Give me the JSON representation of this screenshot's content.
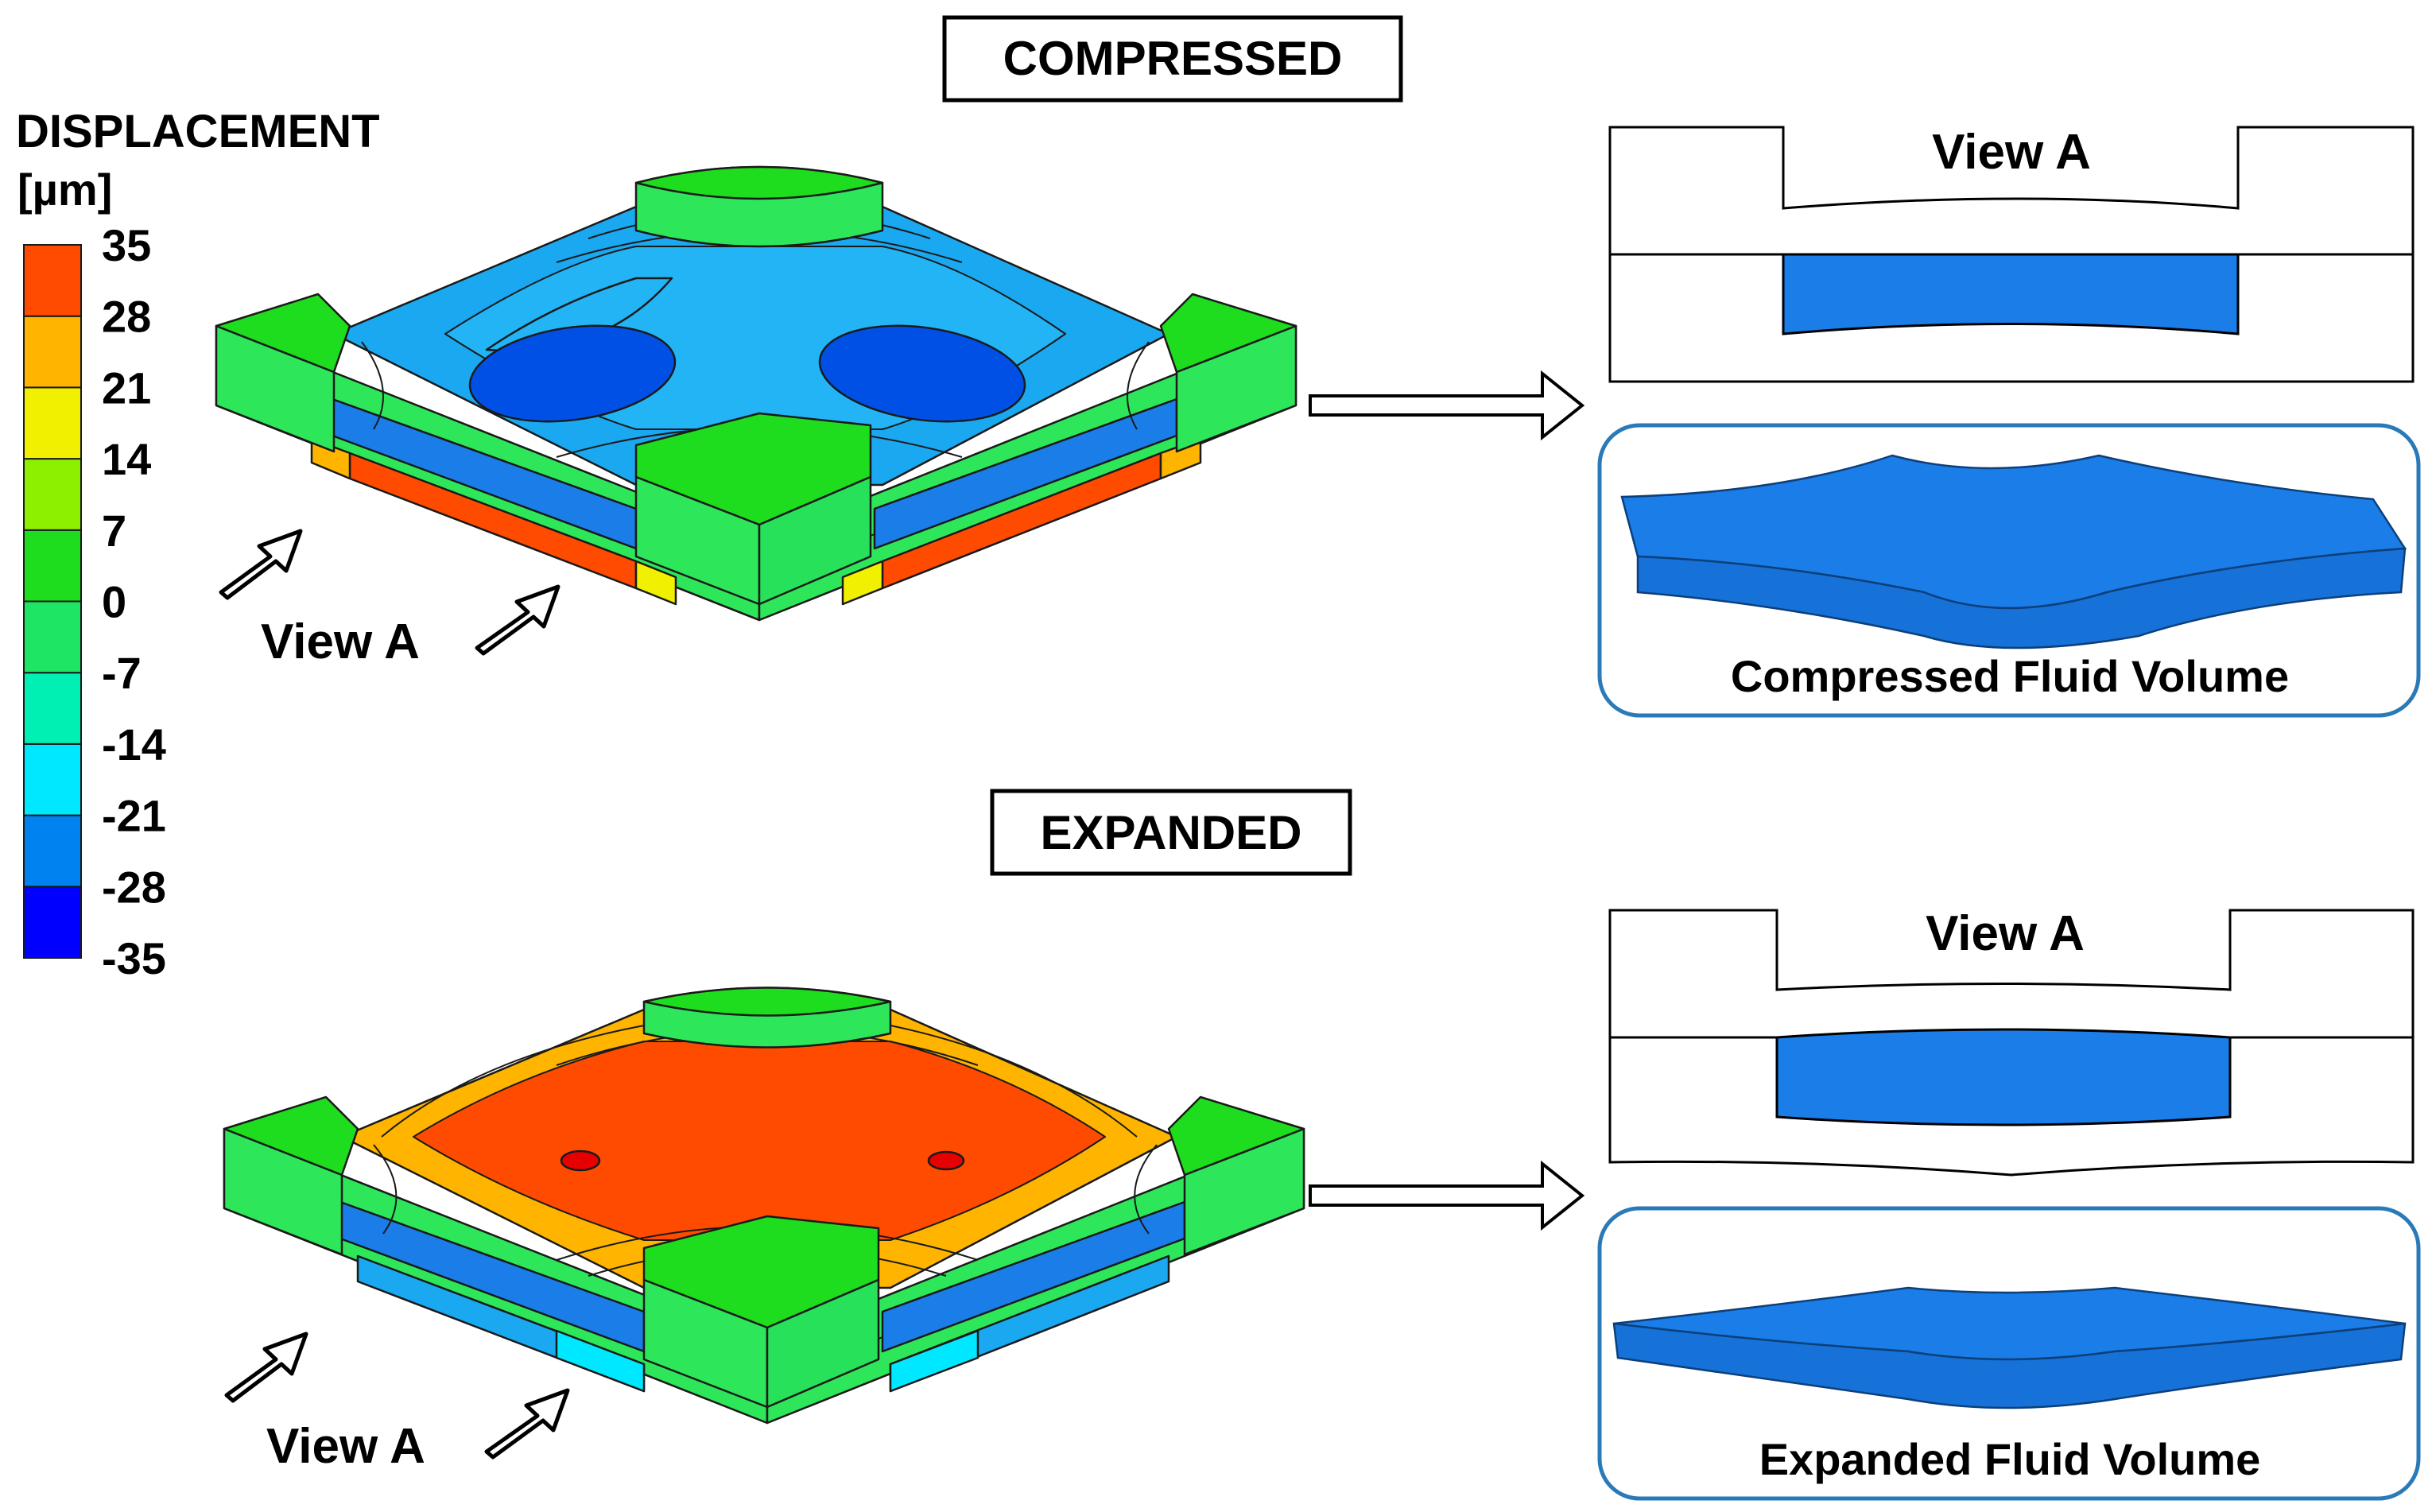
{
  "colors": {
    "legend": [
      "#0000ff",
      "#0082f0",
      "#00e8ff",
      "#00f0b4",
      "#1ee664",
      "#1edc1e",
      "#8cf000",
      "#f0f000",
      "#ffb400",
      "#ff4b00"
    ],
    "fluid": "#1a7de8",
    "panel_border": "#2a7ab8"
  },
  "legend": {
    "title": "DISPLACEMENT",
    "unit": "[µm]",
    "ticks": [
      "35",
      "28",
      "21",
      "14",
      "7",
      "0",
      "-7",
      "-14",
      "-21",
      "-28",
      "-35"
    ]
  },
  "top": {
    "state_label": "COMPRESSED",
    "view_label": "View A",
    "side_view_label": "View A",
    "fluid_caption": "Compressed Fluid Volume"
  },
  "bottom": {
    "state_label": "EXPANDED",
    "view_label": "View A",
    "side_view_label": "View A",
    "fluid_caption": "Expanded Fluid Volume"
  },
  "icons": [
    "view-arrow-icon",
    "flow-arrow-icon"
  ]
}
